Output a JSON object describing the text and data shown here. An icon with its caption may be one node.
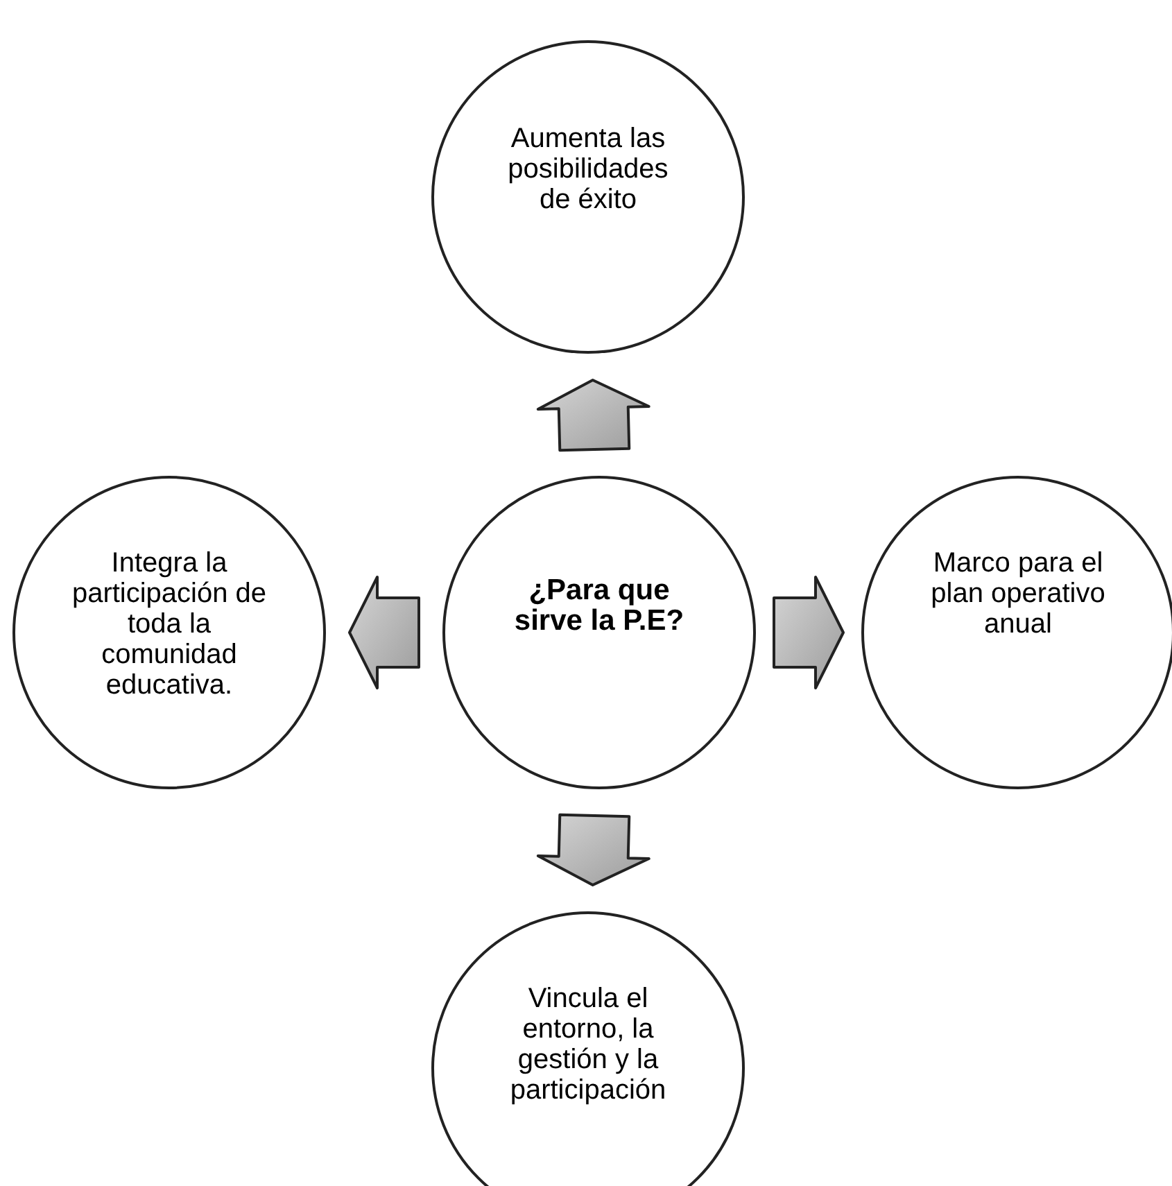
{
  "diagram": {
    "nodes": [
      {
        "text": [
          "Aumenta las posibilidades de éxito"
        ]
      },
      {
        "text": [
          "Integra la participación de toda la comunidad educativa."
        ]
      },
      {
        "text": [
          "¿Para que sirve la P.E?"
        ]
      },
      {
        "text": [
          "Marco para el plan operativo anual"
        ]
      },
      {
        "text": [
          "Vincula el entorno, la gestión y la participación"
        ]
      }
    ],
    "edges": [
      {
        "from": 2,
        "to": 0,
        "arrow": "to"
      },
      {
        "from": 2,
        "to": 1,
        "arrow": "to"
      },
      {
        "from": 2,
        "to": 3,
        "arrow": "to"
      },
      {
        "from": 2,
        "to": 4,
        "arrow": "to"
      }
    ]
  }
}
